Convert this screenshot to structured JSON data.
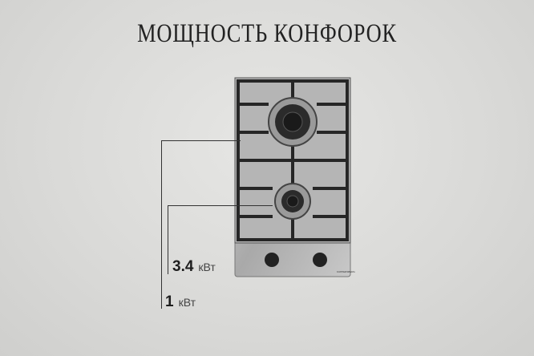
{
  "title": "МОЩНОСТЬ КОНФОРОК",
  "burners": [
    {
      "value": "3.4",
      "unit": "кВт"
    },
    {
      "value": "1",
      "unit": "кВт"
    }
  ],
  "brand_logo": "KUPPERSBERG",
  "colors": {
    "background": "#dcdcda",
    "steel": "#bdbdbd",
    "grate": "#2a2a2a",
    "text": "#222222"
  }
}
